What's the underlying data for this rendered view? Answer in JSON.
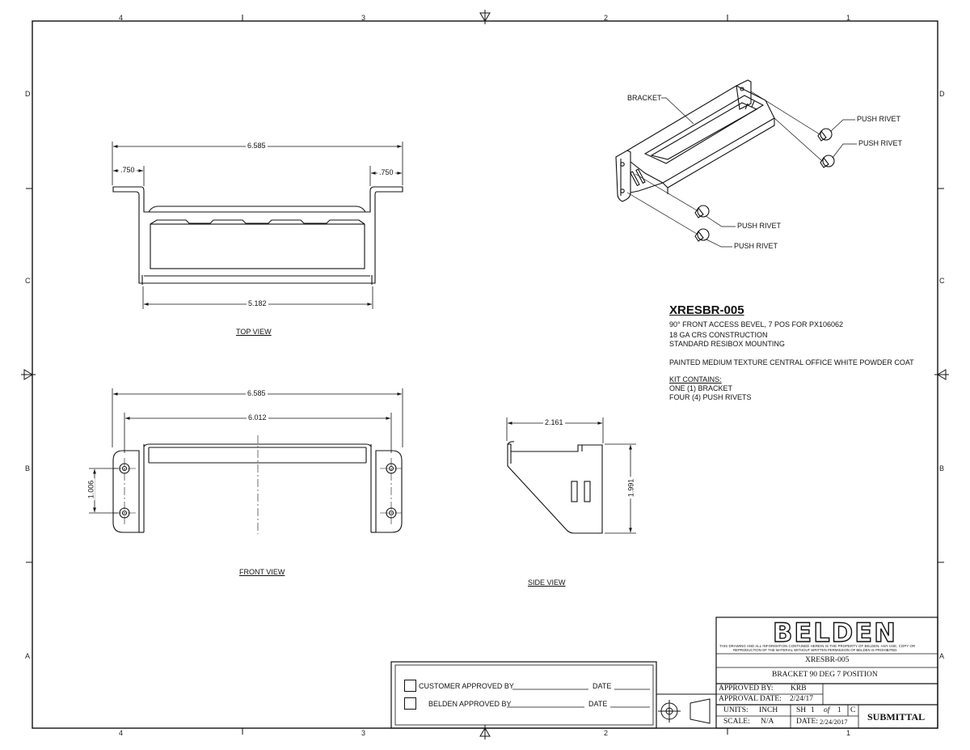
{
  "zones": {
    "cols": [
      "4",
      "3",
      "2",
      "1"
    ],
    "rows": [
      "D",
      "C",
      "B",
      "A"
    ]
  },
  "views": {
    "top": "TOP VIEW",
    "front": "FRONT VIEW",
    "side": "SIDE VIEW"
  },
  "dimensions": {
    "top_overall": "6.585",
    "top_left_tab": ".750",
    "top_right_tab": ".750",
    "top_inner": "5.182",
    "front_overall": "6.585",
    "front_holes": "6.012",
    "front_hole_spacing": "1.006",
    "side_depth": "2.161",
    "side_height": "1.991"
  },
  "isometric": {
    "bracket": "BRACKET",
    "rivet1": "PUSH RIVET",
    "rivet2": "PUSH RIVET",
    "rivet3": "PUSH RIVET",
    "rivet4": "PUSH RIVET"
  },
  "notes": {
    "part_number": "XRESBR-005",
    "line1": "90° FRONT ACCESS BEVEL, 7 POS FOR PX106062",
    "line2": "18 GA CRS CONSTRUCTION",
    "line3": "STANDARD RESIBOX MOUNTING",
    "line4": "PAINTED MEDIUM TEXTURE CENTRAL OFFICE WHITE POWDER COAT",
    "kit_heading": "KIT CONTAINS:",
    "kit1": "ONE (1) BRACKET",
    "kit2": "FOUR (4) PUSH RIVETS"
  },
  "approval": {
    "customer": "CUSTOMER APPROVED BY",
    "belden": "BELDEN APPROVED BY",
    "date_label": "DATE"
  },
  "title_block": {
    "logo": "BELDEN",
    "disclaimer_l1": "THIS DRAWING AND ALL INFORMATION CONTAINED HEREIN IS THE PROPERTY OF BELDEN. ANY USE, COPY OR",
    "disclaimer_l2": "REPRODUCTION OF THE MATERIAL WITHOUT WRITTEN PERMISSION OF BELDEN IS PROHIBITED.",
    "part_number": "XRESBR-005",
    "description": "BRACKET 90 DEG 7 POSITION",
    "approved_by_label": "APPROVED BY:",
    "approved_by": "KRB",
    "approval_date_label": "APPROVAL DATE:",
    "approval_date": "2/24/17",
    "units_label": "UNITS:",
    "units": "INCH",
    "sheet_label": "SH",
    "sheet": "1",
    "of_label": "of",
    "sheet_total": "1",
    "size": "C",
    "scale_label": "SCALE:",
    "scale": "N/A",
    "date_label": "DATE:",
    "date": "2/24/2017",
    "status": "SUBMITTAL"
  }
}
